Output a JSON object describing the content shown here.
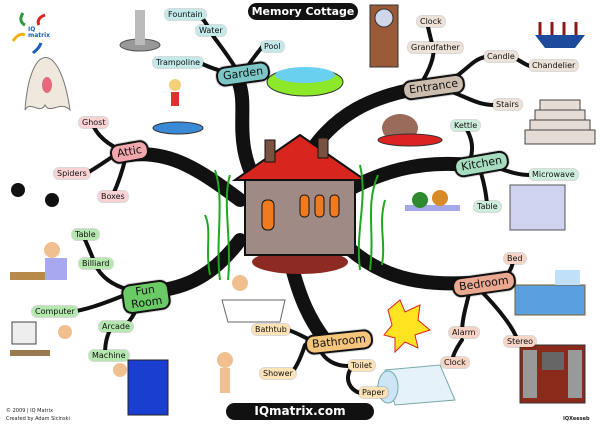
{
  "title": "Memory Cottage",
  "footer": "IQmatrix.com",
  "copyright": "© 2009 | IQ Matrix",
  "credit": "Created by Adam Sicinski",
  "artist": "IQXeeseb",
  "logo": {
    "line1": "IQ",
    "line2": "matrix"
  },
  "branches": {
    "garden": {
      "label": "Garden",
      "color": "#7cc6c6",
      "sub_color": "#c4e9e9",
      "items": [
        "Fountain",
        "Water",
        "Pool",
        "Trampoline"
      ]
    },
    "attic": {
      "label": "Attic",
      "color": "#f2a7ad",
      "sub_color": "#f9d2d4",
      "items": [
        "Ghost",
        "Spiders",
        "Boxes"
      ]
    },
    "entrance": {
      "label": "Entrance",
      "color": "#cbbcae",
      "sub_color": "#ece2d8",
      "items": [
        "Clock",
        "Grandfather",
        "Candle",
        "Chandelier",
        "Stairs"
      ]
    },
    "kitchen": {
      "label": "Kitchen",
      "color": "#a6dcbf",
      "sub_color": "#cdeedc",
      "items": [
        "Kettle",
        "Microwave",
        "Table"
      ]
    },
    "fun_room": {
      "label": "Fun Room",
      "color": "#6acb66",
      "sub_color": "#b4e8ae",
      "items": [
        "Table",
        "Billiard",
        "Computer",
        "Arcade",
        "Machine"
      ]
    },
    "bathroom": {
      "label": "Bathroom",
      "color": "#f5c57c",
      "sub_color": "#fde2b5",
      "items": [
        "Bathtub",
        "Shower",
        "Toilet",
        "Paper"
      ]
    },
    "bedroom": {
      "label": "Bedroom",
      "color": "#e9a88f",
      "sub_color": "#f6d3c5",
      "items": [
        "Bed",
        "Alarm",
        "Clock",
        "Stereo"
      ]
    }
  }
}
